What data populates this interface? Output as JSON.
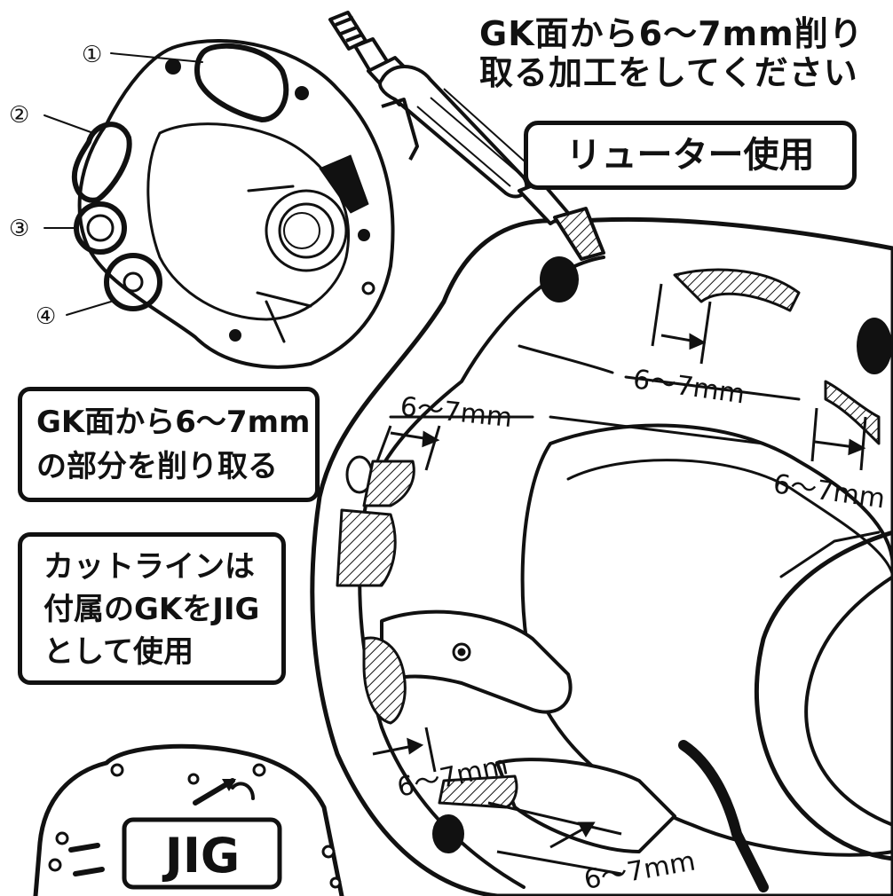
{
  "header": {
    "line1": "GK面から6〜7mm削り",
    "line2": "取る加工をしてください"
  },
  "tool_label": "リューター使用",
  "note1": {
    "line1": "GK面から6〜7mm",
    "line2": "の部分を削り取る"
  },
  "note2": {
    "line1": "カットラインは",
    "line2": "付属のGKをJIG",
    "line3": "として使用"
  },
  "jig_label": "JIG",
  "markers": [
    "①",
    "②",
    "③",
    "④"
  ],
  "dimensions": [
    "6〜7mm",
    "6〜7mm",
    "6〜7mm",
    "6〜7mm",
    "6〜7mm"
  ]
}
